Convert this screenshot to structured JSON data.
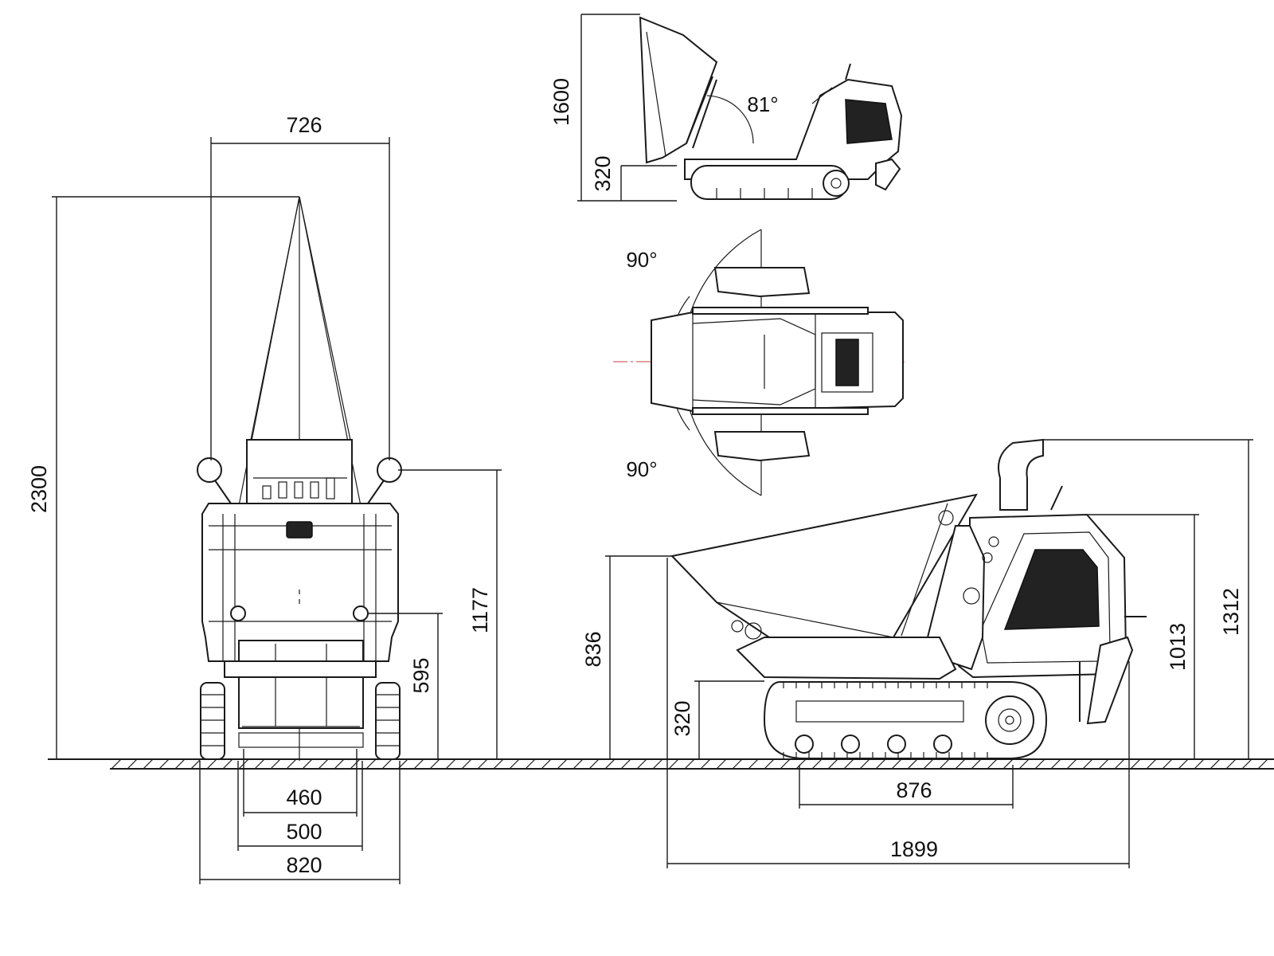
{
  "front_view": {
    "dimensions": {
      "top_width": "726",
      "total_height": "2300",
      "height_1177": "1177",
      "height_595": "595",
      "width_460": "460",
      "width_500": "500",
      "width_820": "820"
    }
  },
  "tipping_view": {
    "dimensions": {
      "dump_height": "1600",
      "clearance": "320"
    },
    "angle": "81°"
  },
  "top_view": {
    "angle_left": "90°",
    "angle_right": "90°"
  },
  "side_view": {
    "dimensions": {
      "skip_height": "836",
      "ground_clearance": "320",
      "track_length": "876",
      "total_length": "1899",
      "engine_height": "1013",
      "total_height": "1312"
    }
  }
}
